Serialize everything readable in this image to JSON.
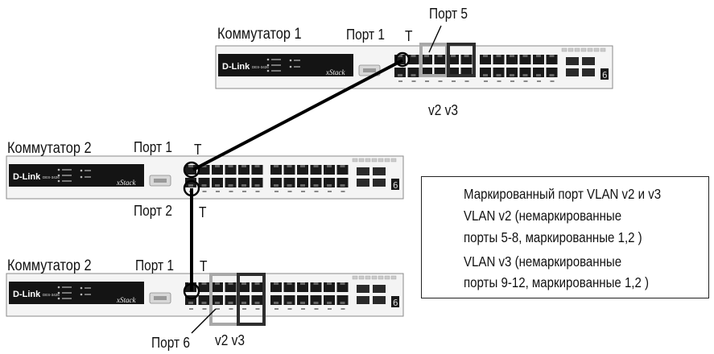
{
  "switches": [
    {
      "name": "Коммутатор 1",
      "brand": "D-Link",
      "model": "DES-3426",
      "series": "xStack",
      "unit_digit": "6"
    },
    {
      "name": "Коммутатор 2",
      "brand": "D-Link",
      "model": "DES-3426",
      "series": "xStack",
      "unit_digit": "6"
    },
    {
      "name": "Коммутатор 2",
      "brand": "D-Link",
      "model": "DES-3426",
      "series": "xStack",
      "unit_digit": "6"
    }
  ],
  "labels": {
    "sw1_port1": "Порт 1",
    "sw1_port1_tag": "T",
    "sw1_port5": "Порт 5",
    "sw1_vlans": "v2 v3",
    "sw2_port1": "Порт 1",
    "sw2_port1_tag": "T",
    "sw2_port2": "Порт 2",
    "sw2_port2_tag": "T",
    "sw3_port1": "Порт 1",
    "sw3_port1_tag": "T",
    "sw3_port6": "Порт 6",
    "sw3_vlans": "v2 v3"
  },
  "legend": {
    "tagged": "Маркированный порт VLAN v2 и v3",
    "v2_line1": "VLAN v2 (немаркированные",
    "v2_line2": "порты 5-8, маркированные 1,2 )",
    "v3_line1": "VLAN v3 (немаркированные",
    "v3_line2": "порты 9-12, маркированные 1,2 )"
  },
  "colors": {
    "vlan_v2": "#a8a8a8",
    "vlan_v3": "#2e2e2e",
    "link": "#000000",
    "switch_body": "#f4f4f4",
    "switch_badge": "#141414"
  }
}
